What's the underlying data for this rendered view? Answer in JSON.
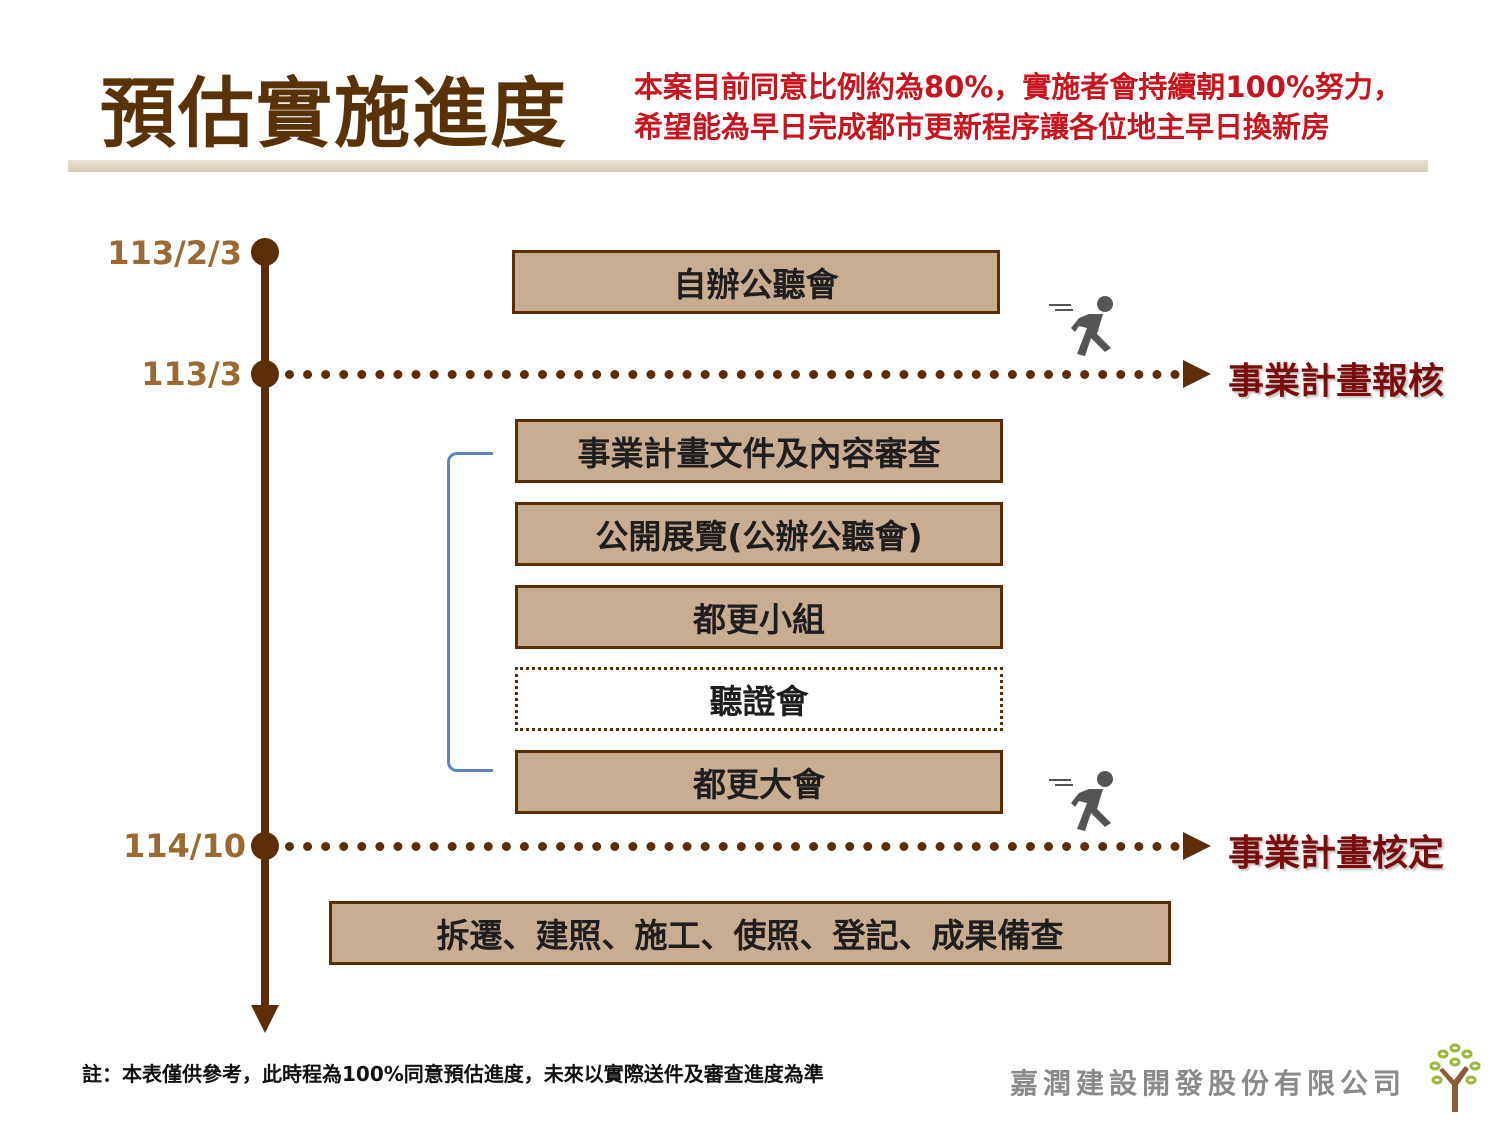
{
  "title": "預估實施進度",
  "subtitle": [
    "本案目前同意比例約為80%，實施者會持續朝100%努力，",
    "希望能為早日完成都市更新程序讓各位地主早日換新房"
  ],
  "timeline": {
    "dates": [
      "113/2/3",
      "113/3",
      "114/10"
    ],
    "milestones": [
      "事業計畫報核",
      "事業計畫核定"
    ]
  },
  "steps": [
    "自辦公聽會",
    "事業計畫文件及內容審查",
    "公開展覽(公辦公聽會)",
    "都更小組",
    "聽證會",
    "都更大會",
    "拆遷、建照、施工、使照、登記、成果備查"
  ],
  "note": "註：本表僅供參考，此時程為100%同意預估進度，未來以實際送件及審查進度為準",
  "company": "嘉潤建設開發股份有限公司",
  "colors": {
    "brown": "#5c2e08",
    "box": "#c9ad91",
    "red": "#c8141e",
    "milestone": "#7a0c0c",
    "bracket": "#5b86c0"
  }
}
